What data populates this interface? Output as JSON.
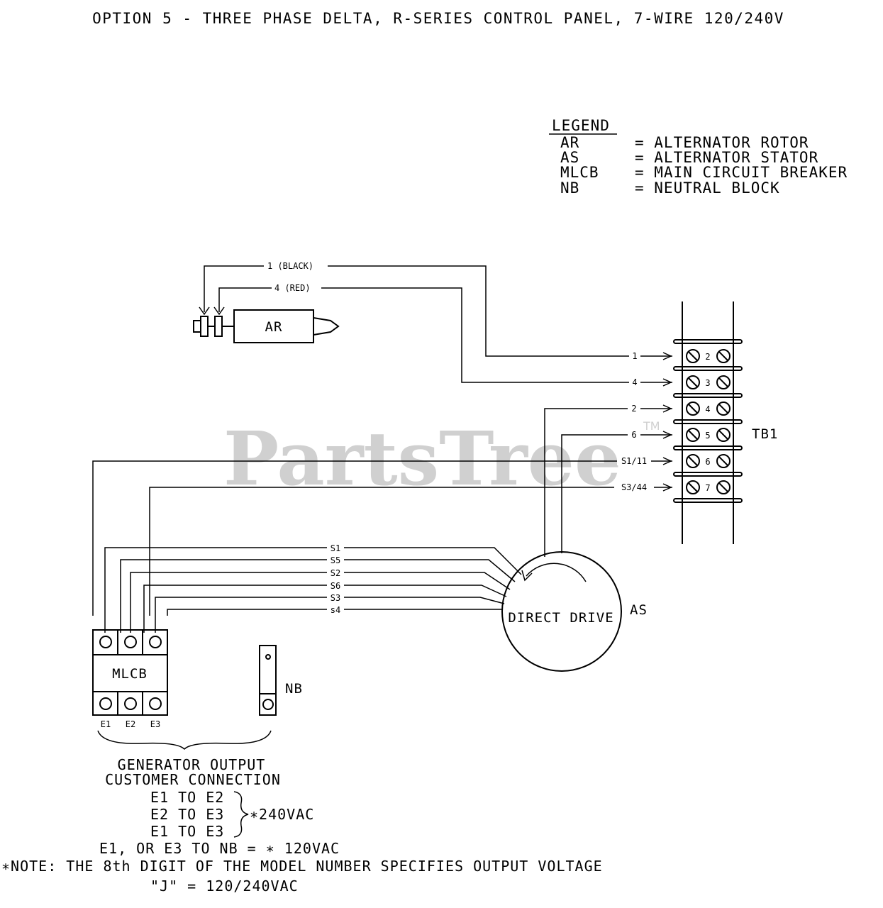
{
  "title": "OPTION 5 - THREE PHASE DELTA, R-SERIES CONTROL PANEL, 7-WIRE 120/240V",
  "legend": {
    "heading": "LEGEND",
    "items": [
      {
        "abbr": "AR",
        "desc": "= ALTERNATOR ROTOR"
      },
      {
        "abbr": "AS",
        "desc": "= ALTERNATOR STATOR"
      },
      {
        "abbr": "MLCB",
        "desc": "= MAIN CIRCUIT BREAKER"
      },
      {
        "abbr": "NB",
        "desc": "= NEUTRAL BLOCK"
      }
    ]
  },
  "watermark": {
    "text": "PartsTree",
    "tm": "TM"
  },
  "rotor": {
    "label": "AR",
    "wire_black": "1 (BLACK)",
    "wire_red": "4 (RED)"
  },
  "terminal_block": {
    "label": "TB1",
    "terminals": [
      "2",
      "3",
      "4",
      "5",
      "6",
      "7"
    ],
    "wires": [
      "1",
      "4",
      "2",
      "6",
      "S1/11",
      "S3/44"
    ]
  },
  "stator": {
    "label": "AS",
    "center_text": "DIRECT DRIVE",
    "leads": [
      "S1",
      "S5",
      "S2",
      "S6",
      "S3",
      "s4"
    ]
  },
  "breaker": {
    "label": "MLCB",
    "outputs": [
      "E1",
      "E2",
      "E3"
    ]
  },
  "neutral_block": {
    "label": "NB"
  },
  "output": {
    "heading1": "GENERATOR OUTPUT",
    "heading2": "CUSTOMER CONNECTION",
    "lines": [
      "E1 TO E2",
      "E2 TO E3",
      "E1 TO E3"
    ],
    "voltage": "∗240VAC",
    "neutral_line": "E1, OR E3 TO NB = ∗ 120VAC",
    "note": "∗NOTE: THE 8th DIGIT OF THE MODEL NUMBER SPECIFIES OUTPUT VOLTAGE",
    "note2": "\"J\" = 120/240VAC"
  }
}
